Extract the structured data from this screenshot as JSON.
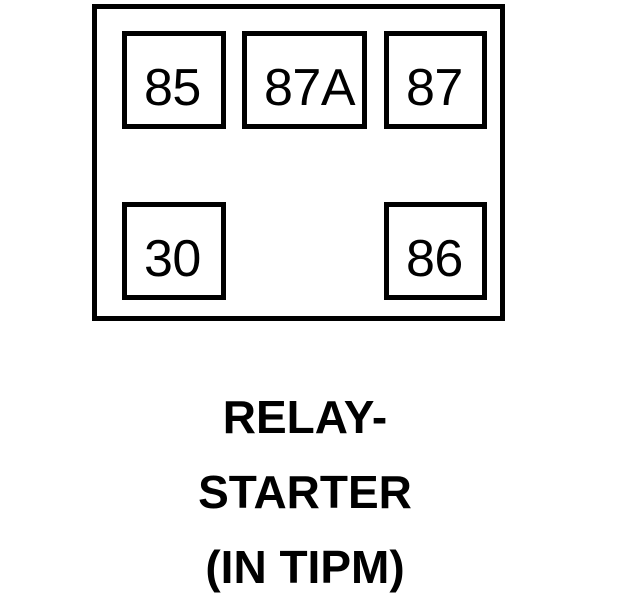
{
  "diagram": {
    "type": "automotive-relay-pinout",
    "outline_color": "#000000",
    "background_color": "#ffffff",
    "terminals": [
      {
        "id": "85",
        "label": "85",
        "row": "top",
        "position": "left"
      },
      {
        "id": "87A",
        "label": "87A",
        "row": "top",
        "position": "center"
      },
      {
        "id": "87",
        "label": "87",
        "row": "top",
        "position": "right"
      },
      {
        "id": "30",
        "label": "30",
        "row": "bottom",
        "position": "left"
      },
      {
        "id": "86",
        "label": "86",
        "row": "bottom",
        "position": "right"
      }
    ]
  },
  "caption": {
    "lines": [
      "RELAY-",
      "STARTER",
      "(IN TIPM)"
    ]
  }
}
